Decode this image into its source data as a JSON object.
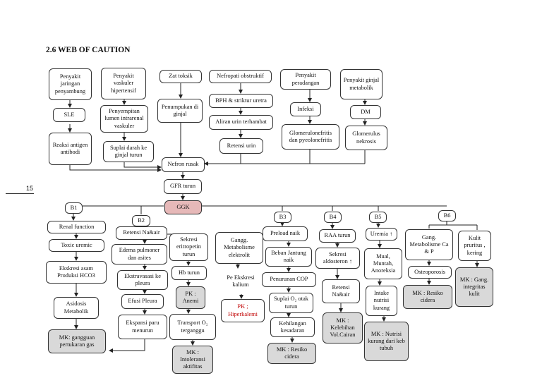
{
  "heading": "2.6 WEB OF CAUTION",
  "page_number": "15",
  "nodes": {
    "penyakit_jaringan": "Penyakit jaringan penyambung",
    "penyakit_vaskuler": "Penyakit vaskuler hipertensif",
    "zat_toksik": "Zat toksik",
    "nefropati": "Nefropati obstruktif",
    "penyakit_peradangan": "Penyakit peradangan",
    "penyakit_metabolik": "Penyakit ginjal metabolik",
    "sle": "SLE",
    "penyempitan": "Penyempitan lumen intrarenal vaskuler",
    "penumpukan": "Penumpukan di ginjal",
    "bph": "BPH & striktur uretra",
    "infeksi": "Infeksi",
    "dm": "DM",
    "reaksi": "Reaksi antigen antibodi",
    "suplai_darah": "Suplai darah ke ginjal turun",
    "aliran_urin": "Aliran urin terhambat",
    "glomerulonefritis": "Glomerulonefritis dan pyeolonefritis",
    "glomerulus": "Glomerulus nekrosis",
    "retensi_urin": "Retensi urin",
    "nefron_rusak": "Nefron rusak",
    "gfr_turun": "GFR turun",
    "ggk": "GGK",
    "b1": "B1",
    "b2": "B2",
    "b3": "B3",
    "b4": "B4",
    "b5": "B5",
    "b6": "B6",
    "renal_function": "Renal function",
    "toxic_uremic": "Toxic uremic",
    "ekskresi_asam": "Ekskresi asam Produksi HCO3",
    "asidosis": "Asidosis Metabolik",
    "mk_pertukaran": "MK: gangguan pertukaran gas",
    "retensi_na": "Retensi Na&air",
    "edema": "Edema pulmoner dan asites",
    "ekstravasasi": "Ekstravasasi ke pleura",
    "efusi": "Efusi Pleura",
    "ekspansi": "Ekspansi paru menurun",
    "sekresi_eritropetin": "Sekresi eritropetin turun",
    "hb_turun": "Hb turun",
    "pk_anemi": "PK : Anemi",
    "transport_o2": "Transport O₂ terganggu",
    "mk_intoleransi": "MK : Intoleransi aktifitas",
    "gangg_metabolisme": "Gangg. Metabolisme elektrolit",
    "pe_ekskresi": "Pe Ekskresi kalium",
    "pk_hiperkalemi": "PK ; Hiperkalemi",
    "preload": "Preload naik",
    "beban_jantung": "Beban Jantung naik",
    "penurunan_cop": "Penurunan COP",
    "suplai_o2": "Suplai O₂ otak turun",
    "kehilangan": "Kehilangan kesadaran",
    "mk_cidera_b3": "MK : Resiko cidera",
    "raa_turun": "RAA turun",
    "sekresi_aldosteron": "Sekresi aldosteron ↑",
    "retensi_na_b4": "Retensi Na&air",
    "mk_kelebihan": "MK : Kelebihan Vol.Cairan",
    "uremia": "Uremia ↑",
    "mual": "Mual, Muntah, Anoreksia",
    "intake": "Intake nutrisi kurang",
    "mk_nutrisi": "MK : Nutrisi kurang dari keb tubuh",
    "gang_metabolisme_ca": "Gang. Metabolisme Ca & P",
    "osteoporosis": "Osteoporosis",
    "mk_cidera_b6": "MK : Resiko cidera",
    "kulit_pruritus": "Kulit pruritus , kering",
    "mk_integritas": "MK : Gang. integritas kulit"
  }
}
